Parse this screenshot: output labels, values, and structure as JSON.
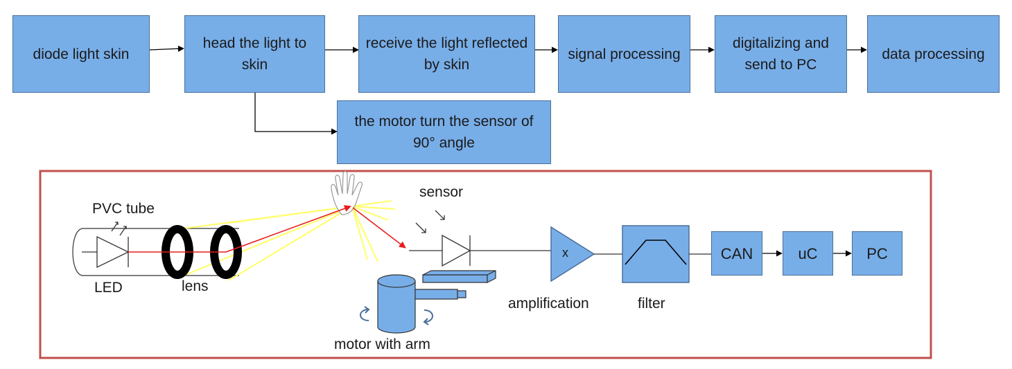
{
  "colors": {
    "box_fill": "#78aee8",
    "box_border": "#4a6f99",
    "frame": "#c0504d",
    "light_ray": "#e81c1c",
    "scatter_light": "#ffff66"
  },
  "flow": {
    "step1": "diode light skin",
    "step2": "head the light to skin",
    "step3": "receive the light reflected by skin",
    "step4": "signal processing",
    "step5": "digitalizing and send to PC",
    "step6": "data processing",
    "branch": "the motor turn the sensor of 90° angle"
  },
  "schematic": {
    "pvc_tube": "PVC tube",
    "led": "LED",
    "lens": "lens",
    "sensor": "sensor",
    "motor": "motor with arm",
    "amp_symbol": "x",
    "amplification": "amplification",
    "filter": "filter",
    "can": "CAN",
    "uc": "uC",
    "pc": "PC"
  }
}
